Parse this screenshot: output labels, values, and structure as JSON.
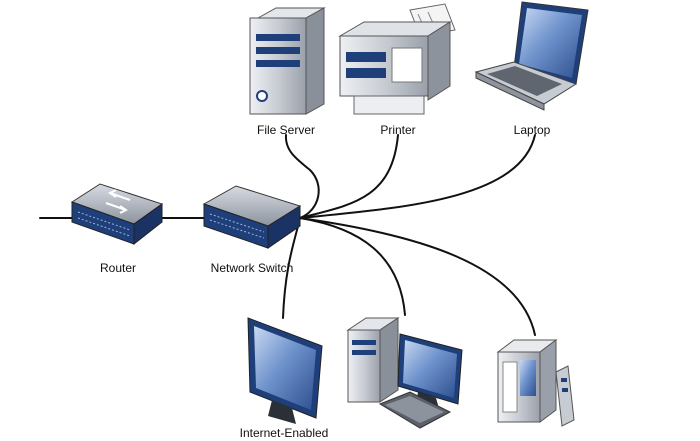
{
  "nodes": {
    "file_server": {
      "label": "File Server",
      "icon": "server-tower-icon"
    },
    "printer": {
      "label": "Printer",
      "icon": "printer-icon"
    },
    "laptop": {
      "label": "Laptop",
      "icon": "laptop-icon"
    },
    "router": {
      "label": "Router",
      "icon": "router-icon"
    },
    "network_switch": {
      "label": "Network Switch",
      "icon": "network-switch-icon"
    },
    "internet_enabled": {
      "label": "Internet-Enabled",
      "icon": "monitor-icon"
    },
    "desktop": {
      "label": "",
      "icon": "desktop-computer-icon"
    },
    "media_center": {
      "label": "",
      "icon": "media-center-pc-icon"
    }
  },
  "colors": {
    "wire": "#111111",
    "device_blue": "#1f3f7a",
    "device_gray": "#c9cdd4",
    "screen_blue": "#5a7fbf"
  }
}
